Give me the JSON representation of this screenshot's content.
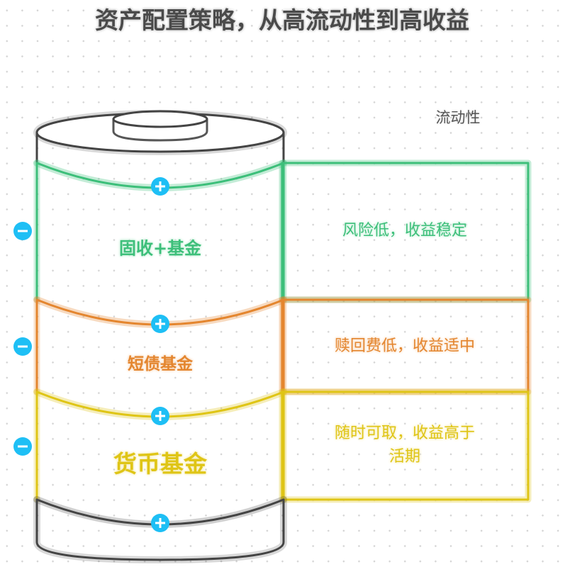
{
  "title": "资产配置策略，从高流动性到高收益",
  "axis_label": "流动性",
  "colors": {
    "green": "#3dbf7a",
    "orange": "#e4862f",
    "yellow": "#dfc516",
    "blue": "#1ebff5",
    "dark": "#444444"
  },
  "layers": [
    {
      "name": "固收+基金",
      "description": "风险低，收益稳定"
    },
    {
      "name": "短债基金",
      "description": "赎回费低，收益适中"
    },
    {
      "name": "货币基金",
      "description_line1": "随时可取，收益高于",
      "description_line2": "活期"
    }
  ]
}
